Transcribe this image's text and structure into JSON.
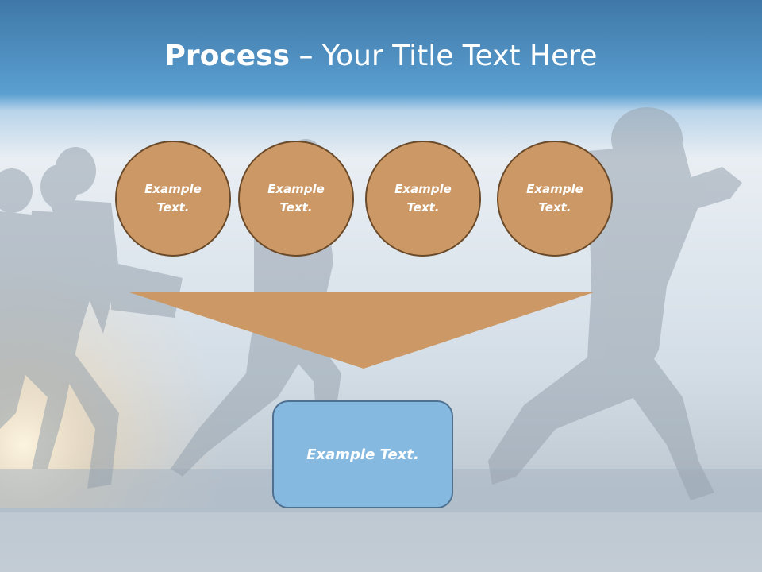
{
  "title": {
    "bold": "Process",
    "rest": " – Your Title Text Here"
  },
  "circles": [
    {
      "label": "Example Text."
    },
    {
      "label": "Example Text."
    },
    {
      "label": "Example Text."
    },
    {
      "label": "Example Text."
    }
  ],
  "result_box": {
    "label": "Example Text."
  },
  "colors": {
    "circle_fill": "#cc9966",
    "circle_border": "#6b4a2a",
    "arrow_fill": "#cc9966",
    "box_fill": "#86b9e0",
    "box_border": "#4e7191",
    "title_band": "#5a9fd1"
  }
}
